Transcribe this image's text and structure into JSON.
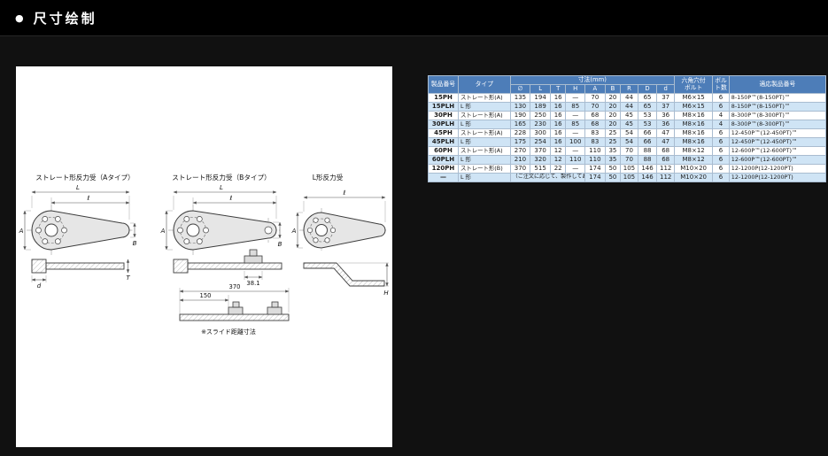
{
  "page": {
    "bullet": "●",
    "title": "尺寸绘制"
  },
  "drawings": {
    "titles": {
      "a": "ストレート形反力受（Aタイプ）",
      "b": "ストレート形反力受（Bタイプ）",
      "l": "L形反力受"
    },
    "dims": {
      "L": "L",
      "l": "ℓ",
      "A": "A",
      "B": "B",
      "H": "H",
      "T": "T",
      "d": "d",
      "len370": "370",
      "len150": "150",
      "len381": "38.1"
    },
    "note": "※スライド距離寸法"
  },
  "table": {
    "header": {
      "product_no": "製品番号",
      "type": "タイプ",
      "dims_group": "寸法(mm)",
      "dim_cols": [
        "∅",
        "L",
        "T",
        "H",
        "A",
        "B",
        "R",
        "D",
        "d"
      ],
      "bolt": "六角穴付\nボルト",
      "bolt_count": "ボルト数",
      "applicable": "適応製品番号"
    },
    "rows": [
      {
        "no": "15PH",
        "type": "ストレート形(A)",
        "dims": [
          "135",
          "194",
          "16",
          "—",
          "70",
          "20",
          "44",
          "65",
          "37"
        ],
        "bolt": "M6×15",
        "count": "6",
        "app": "8-150P™(8-150PT)™",
        "hl": false
      },
      {
        "no": "15PLH",
        "type": "L 形",
        "dims": [
          "130",
          "189",
          "16",
          "85",
          "70",
          "20",
          "44",
          "65",
          "37"
        ],
        "bolt": "M6×15",
        "count": "6",
        "app": "8-150P™(8-150PT)™",
        "hl": true
      },
      {
        "no": "30PH",
        "type": "ストレート形(A)",
        "dims": [
          "190",
          "250",
          "16",
          "—",
          "68",
          "20",
          "45",
          "53",
          "36"
        ],
        "bolt": "M8×16",
        "count": "4",
        "app": "8-300P™(8-300PT)™",
        "hl": false
      },
      {
        "no": "30PLH",
        "type": "L 形",
        "dims": [
          "165",
          "230",
          "16",
          "85",
          "68",
          "20",
          "45",
          "53",
          "36"
        ],
        "bolt": "M8×16",
        "count": "4",
        "app": "8-300P™(8-300PT)™",
        "hl": true
      },
      {
        "no": "45PH",
        "type": "ストレート形(A)",
        "dims": [
          "228",
          "300",
          "16",
          "—",
          "83",
          "25",
          "54",
          "66",
          "47"
        ],
        "bolt": "M8×16",
        "count": "6",
        "app": "12-450P™(12-450PT)™",
        "hl": false
      },
      {
        "no": "45PLH",
        "type": "L 形",
        "dims": [
          "175",
          "254",
          "16",
          "100",
          "83",
          "25",
          "54",
          "66",
          "47"
        ],
        "bolt": "M8×16",
        "count": "6",
        "app": "12-450P™(12-450PT)™",
        "hl": true
      },
      {
        "no": "60PH",
        "type": "ストレート形(A)",
        "dims": [
          "270",
          "370",
          "12",
          "—",
          "110",
          "35",
          "70",
          "88",
          "68"
        ],
        "bolt": "M8×12",
        "count": "6",
        "app": "12-600P™(12-600PT)™",
        "hl": false
      },
      {
        "no": "60PLH",
        "type": "L 形",
        "dims": [
          "210",
          "320",
          "12",
          "110",
          "110",
          "35",
          "70",
          "88",
          "68"
        ],
        "bolt": "M8×12",
        "count": "6",
        "app": "12-600P™(12-600PT)™",
        "hl": true
      },
      {
        "no": "120PH",
        "type": "ストレート形(B)",
        "dims": [
          "370",
          "515",
          "22",
          "—",
          "174",
          "50",
          "105",
          "146",
          "112"
        ],
        "bolt": "M10×20",
        "count": "6",
        "app": "12-1200P(12-1200PT)",
        "hl": false
      },
      {
        "no": "—",
        "type": "L 形",
        "note": "（ご注文に応じて、製作しております）",
        "dims": [
          "174",
          "50",
          "105",
          "146",
          "112"
        ],
        "bolt": "M10×20",
        "count": "6",
        "app": "12-1200P(12-1200PT)",
        "hl": true
      }
    ]
  }
}
